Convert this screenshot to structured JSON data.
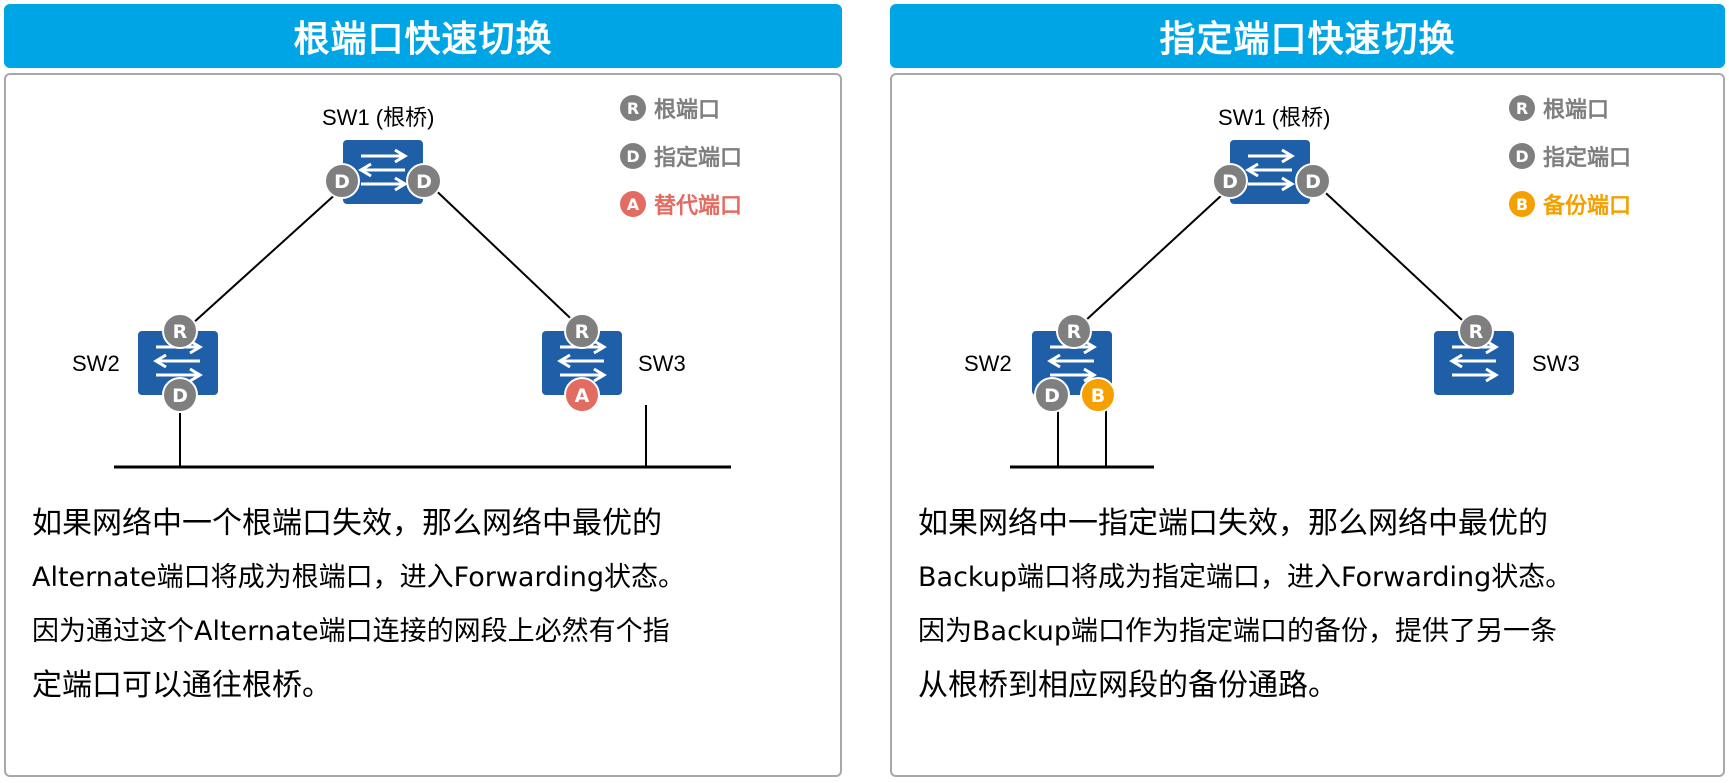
{
  "left": {
    "header": "根端口快速切换",
    "sw1_label": "SW1 (根桥)",
    "sw2_label": "SW2",
    "sw3_label": "SW3",
    "port_letters": {
      "d": "D",
      "r": "R",
      "a": "A"
    },
    "legend": [
      {
        "badge": "R",
        "label": "根端口",
        "color": "#7f7f7f"
      },
      {
        "badge": "D",
        "label": "指定端口",
        "color": "#7f7f7f"
      },
      {
        "badge": "A",
        "label": "替代端口",
        "color": "#e36c62"
      }
    ],
    "caption": [
      "如果网络中一个根端口失效，那么网络中最优的",
      "Alternate端口将成为根端口，进入Forwarding状态。",
      "因为通过这个Alternate端口连接的网段上必然有个指",
      "定端口可以通往根桥。"
    ]
  },
  "right": {
    "header": "指定端口快速切换",
    "sw1_label": "SW1 (根桥)",
    "sw2_label": "SW2",
    "sw3_label": "SW3",
    "port_letters": {
      "d": "D",
      "r": "R",
      "b": "B"
    },
    "legend": [
      {
        "badge": "R",
        "label": "根端口",
        "color": "#7f7f7f"
      },
      {
        "badge": "D",
        "label": "指定端口",
        "color": "#7f7f7f"
      },
      {
        "badge": "B",
        "label": "备份端口",
        "color": "#f5a000"
      }
    ],
    "caption": [
      "如果网络中一指定端口失效，那么网络中最优的",
      "Backup端口将成为指定端口，进入Forwarding状态。",
      "因为Backup端口作为指定端口的备份，提供了另一条",
      "从根桥到相应网段的备份通路。"
    ]
  },
  "colors": {
    "header_bg": "#00a5e6",
    "switch_blue": "#1f5fa8",
    "port_gray": "#7f7f7f",
    "alternate_red": "#e36c62",
    "backup_orange": "#f5a000"
  },
  "icons": {
    "switch": "switch-icon"
  }
}
